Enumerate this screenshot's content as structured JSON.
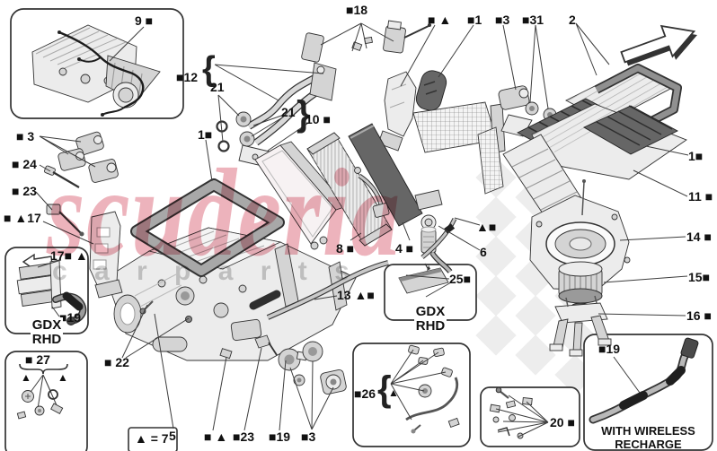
{
  "watermark": {
    "brand": "scuderia",
    "sub": "c a r   p a r t s"
  },
  "colors": {
    "watermark_red": "#d4495e",
    "watermark_gray": "#9e9e9e",
    "line_art": "#333333"
  },
  "legend": {
    "triangle_equals": "▲ = 7"
  },
  "captions": {
    "gdx1": {
      "line1": "GDX",
      "line2": "RHD"
    },
    "gdx2": {
      "line1": "GDX",
      "line2": "RHD"
    },
    "wireless": {
      "line1": "WITH WIRELESS",
      "line2": "RECHARGE"
    }
  },
  "glyphs": {
    "brace12": "{",
    "brace10": "}",
    "brace26": "{"
  },
  "callouts": {
    "c9": "9 ■",
    "c12": "■12",
    "c21a": "21",
    "c21b": "21",
    "c10": "10 ■",
    "c18": "■18",
    "ctri_top": "■ ▲",
    "c1_top": "■1",
    "c3_top": "■3",
    "c31": "■31",
    "c2": "2",
    "c3_left": "■ 3",
    "c24": "■ 24",
    "c23_left": "■ 23",
    "c17_left": "■ ▲17",
    "c1_left": "1■",
    "c17_box": "17■ ▲",
    "c19_gdx": "■19",
    "c27": "■ 27",
    "tri27a": "▲",
    "tri27b": "▲",
    "c22": "■ 22",
    "c8": "8 ■",
    "c4": "4 ■",
    "ctri_mid": "▲■",
    "c6": "6",
    "c13": "13 ▲■",
    "c25": "25■",
    "c26": "■26",
    "tri26": "▲",
    "c20": "20 ■",
    "c19_wireless": "■19",
    "c16": "16 ■",
    "c15": "15■",
    "c14": "14 ■",
    "c11": "11 ■",
    "c1_right": "1■",
    "c5": "5",
    "ctri_bot": "■ ▲",
    "c23_bot": "■23",
    "c19_bot": "■19",
    "c3_bot": "■3"
  }
}
